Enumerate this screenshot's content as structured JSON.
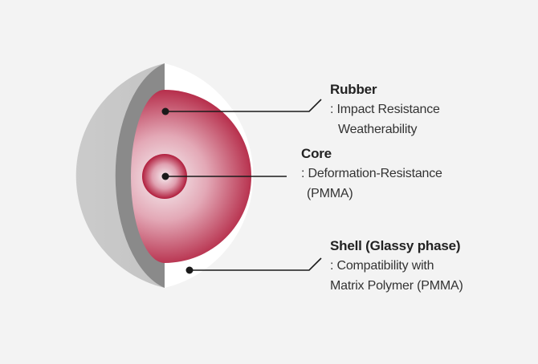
{
  "labels": {
    "rubber": {
      "title": "Rubber",
      "line1": ": Impact Resistance",
      "line2": "Weatherability"
    },
    "core": {
      "title": "Core",
      "line1": ": Deformation-Resistance",
      "line2": "(PMMA)"
    },
    "shell": {
      "title": "Shell (Glassy phase)",
      "line1": ": Compatibility with",
      "line2": "Matrix Polymer (PMMA)"
    }
  },
  "colors": {
    "background": "#f3f3f3",
    "sphere_outer": "#c9c9c9",
    "sphere_cut_edge": "#8a8a8a",
    "shell": "#ffffff",
    "rubber_center": "#f4eef0",
    "rubber_edge": "#b01d3c",
    "core": "#b01d3c",
    "leader_line": "#1a1a1a"
  }
}
